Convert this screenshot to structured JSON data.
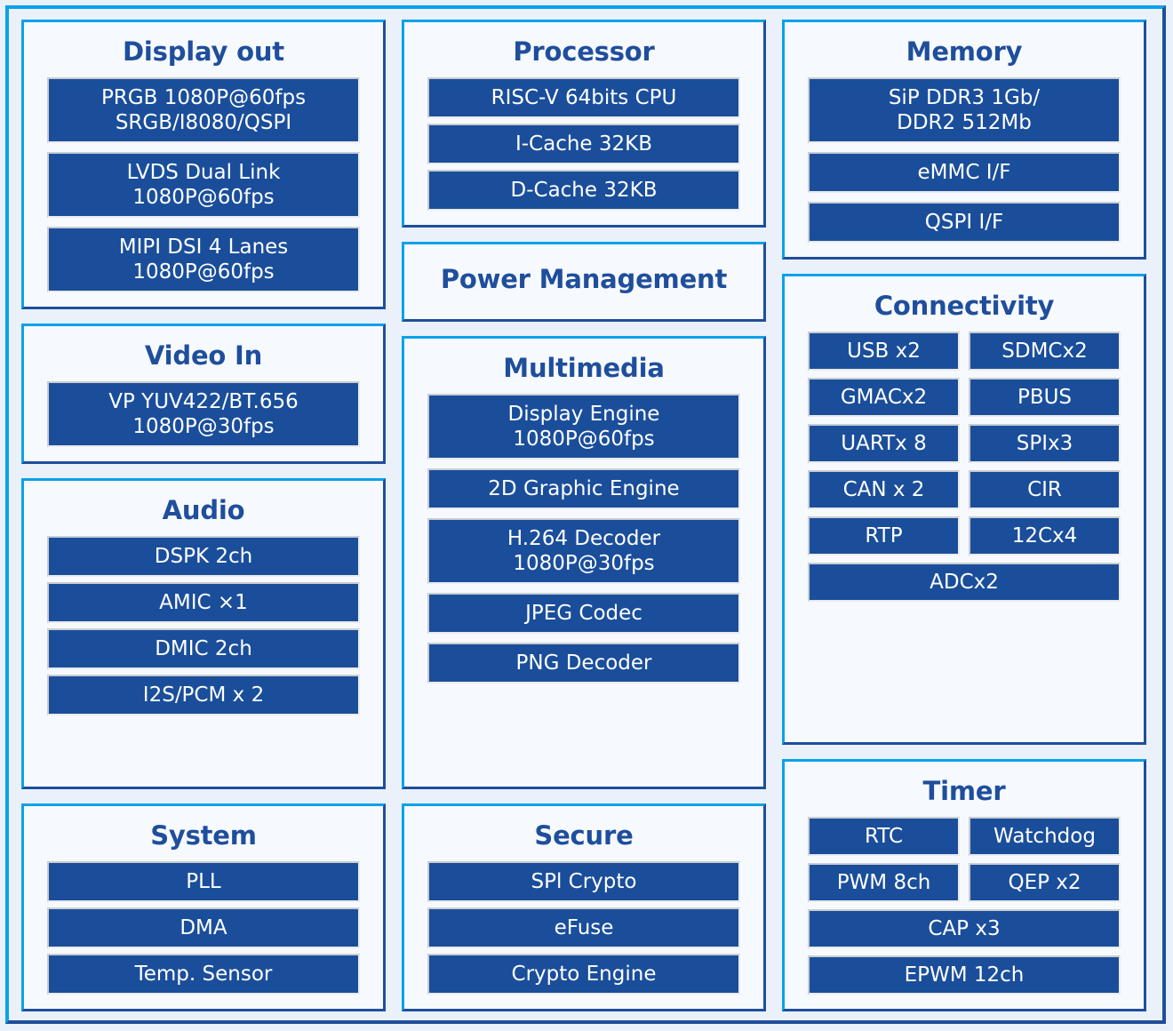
{
  "diagram": {
    "colors": {
      "page_background": "#eaf1fb",
      "panel_background": "#f6faff",
      "panel_border_light": "#0aa2ea",
      "panel_border_dark": "#1f4e9c",
      "block_fill": "#1a4e9b",
      "block_text": "#ffffff",
      "title_text": "#1f4e9c"
    },
    "columns": [
      {
        "name": "left",
        "panels": [
          {
            "title": "Display out",
            "layout": "stack",
            "blocks": [
              "PRGB 1080P@60fps\nSRGB/I8080/QSPI",
              "LVDS Dual Link\n1080P@60fps",
              "MIPI DSI 4 Lanes\n1080P@60fps"
            ]
          },
          {
            "title": "Video In",
            "layout": "stack",
            "blocks": [
              "VP YUV422/BT.656\n1080P@30fps"
            ]
          },
          {
            "title": "Audio",
            "layout": "stack",
            "blocks": [
              "DSPK 2ch",
              "AMIC ×1",
              "DMIC 2ch",
              "I2S/PCM x 2"
            ]
          },
          {
            "title": "System",
            "layout": "stack",
            "blocks": [
              "PLL",
              "DMA",
              "Temp. Sensor"
            ]
          }
        ]
      },
      {
        "name": "middle",
        "panels": [
          {
            "title": "Processor",
            "layout": "stack",
            "blocks": [
              "RISC-V 64bits CPU",
              "I-Cache 32KB",
              "D-Cache 32KB"
            ]
          },
          {
            "title": "Power Management",
            "layout": "title-only",
            "blocks": []
          },
          {
            "title": "Multimedia",
            "layout": "stack",
            "blocks": [
              "Display Engine\n1080P@60fps",
              "2D Graphic Engine",
              "H.264 Decoder\n1080P@30fps",
              "JPEG Codec",
              "PNG Decoder"
            ]
          },
          {
            "title": "Secure",
            "layout": "stack",
            "blocks": [
              "SPl Crypto",
              "eFuse",
              "Crypto Engine"
            ]
          }
        ]
      },
      {
        "name": "right",
        "panels": [
          {
            "title": "Memory",
            "layout": "stack",
            "blocks": [
              "SiP DDR3 1Gb/\nDDR2 512Mb",
              "eMMC I/F",
              "QSPI I/F"
            ]
          },
          {
            "title": "Connectivity",
            "layout": "grid2",
            "blocks": [
              "USB x2",
              "SDMCx2",
              "GMACx2",
              "PBUS",
              "UARTx 8",
              "SPIx3",
              "CAN x 2",
              "CIR",
              "RTP",
              "12Cx4",
              "ADCx2"
            ],
            "full_width_indices": [
              10
            ]
          },
          {
            "title": "Timer",
            "layout": "grid2",
            "blocks": [
              "RTC",
              "Watchdog",
              "PWM 8ch",
              "QEP x2",
              "CAP x3",
              "EPWM 12ch"
            ],
            "full_width_indices": [
              4,
              5
            ]
          }
        ]
      }
    ]
  }
}
